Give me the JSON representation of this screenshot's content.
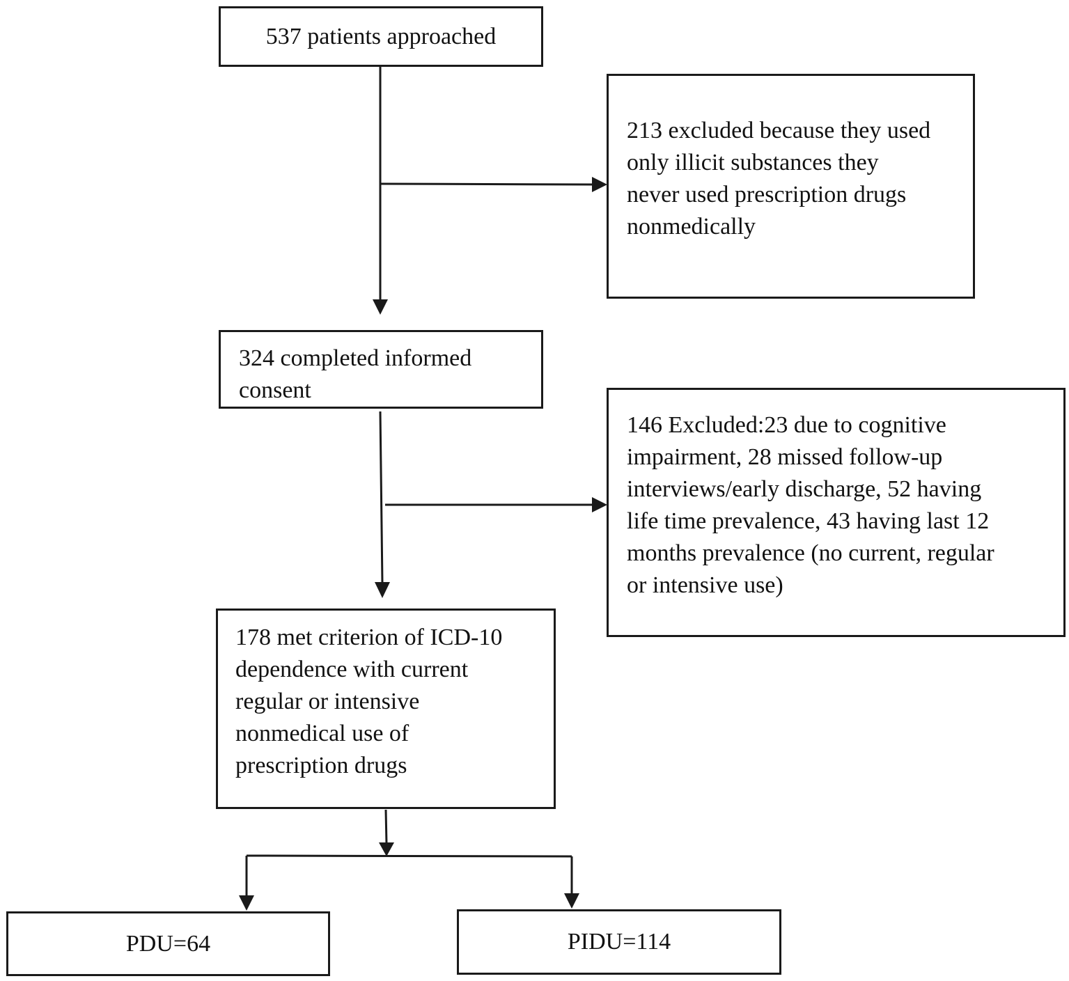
{
  "flowchart": {
    "approached": "537 patients approached",
    "excluded_first": "213 excluded because they used\nonly illicit substances they\nnever used prescription drugs\nnonmedically",
    "consent": "324 completed informed\nconsent",
    "excluded_second": "146 Excluded:23 due to cognitive\nimpairment, 28 missed follow-up\ninterviews/early discharge, 52 having\nlife time prevalence, 43 having last 12\nmonths prevalence (no current, regular\nor intensive use)",
    "met_criterion": "178 met criterion of ICD-10\ndependence with current\nregular or intensive\nnonmedical use of\nprescription drugs",
    "pdu": "PDU=64",
    "pidu": "PIDU=114"
  }
}
